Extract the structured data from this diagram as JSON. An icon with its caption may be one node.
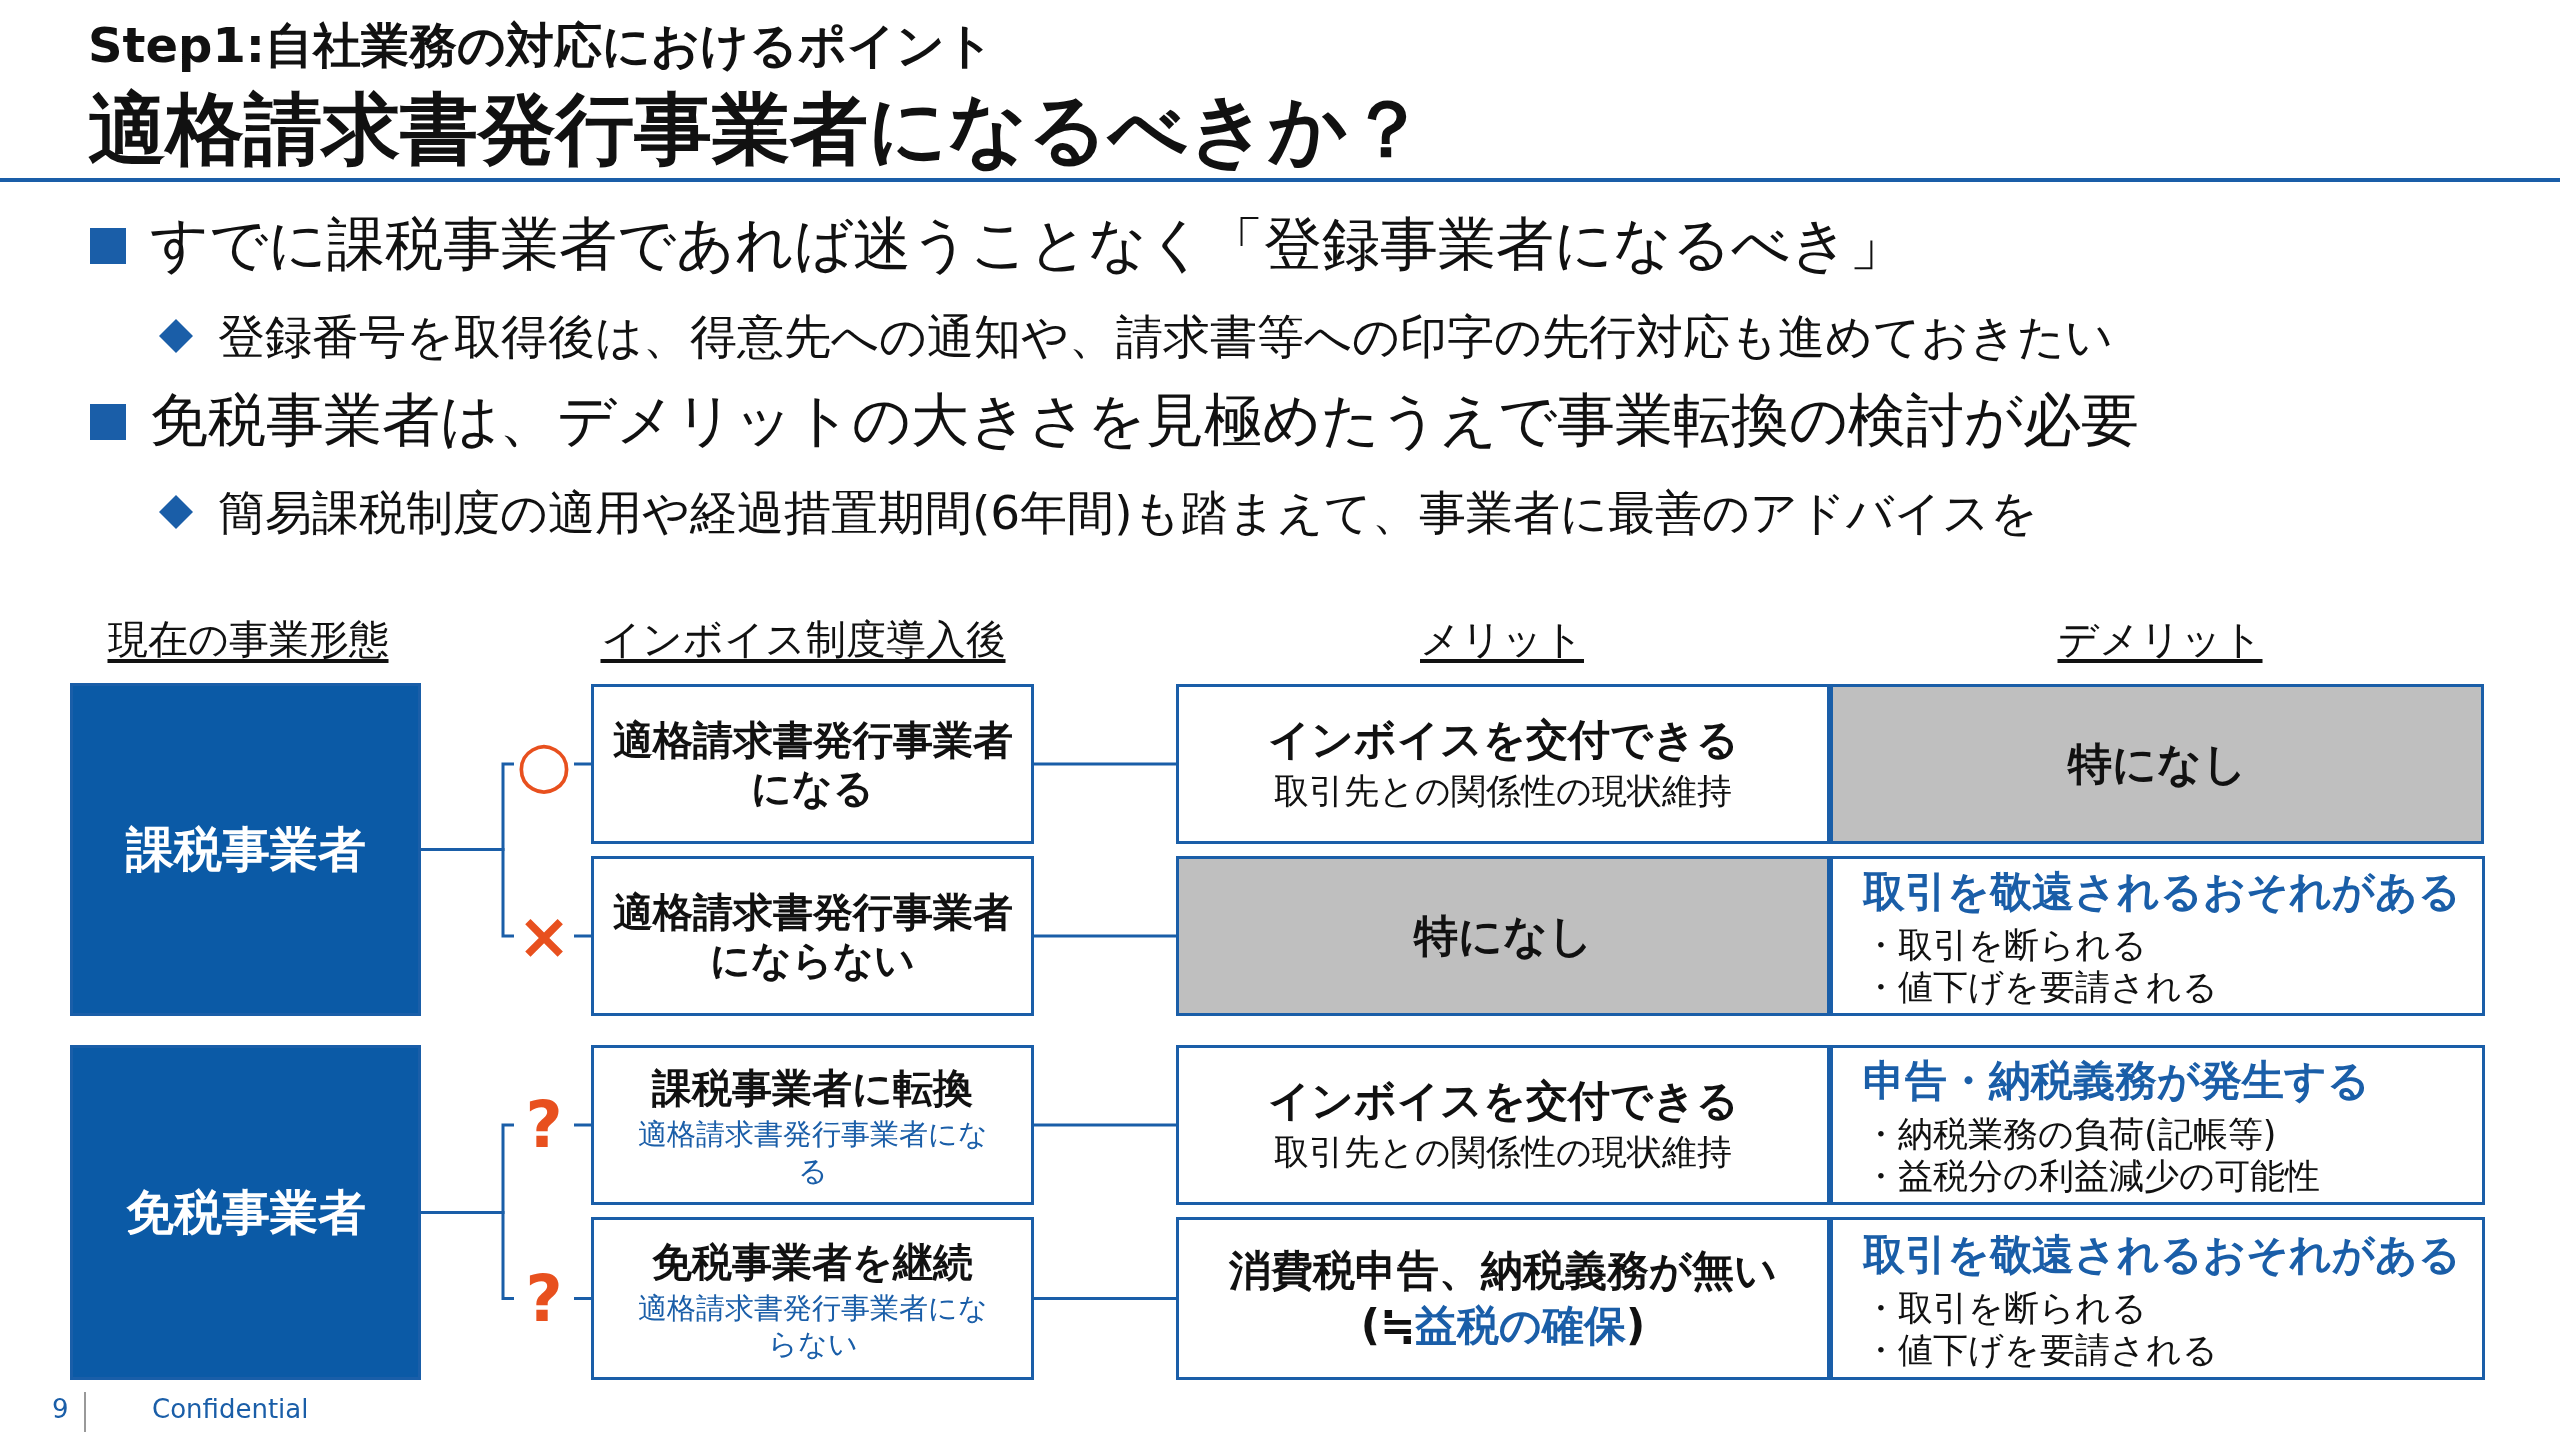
{
  "diagram": {
    "title": "適格請求書発行事業者になるべきか？",
    "nodes": [
      {
        "text": [
          "課税事業者"
        ]
      },
      {
        "text": [
          "適格請求書発行事業者になる"
        ]
      },
      {
        "text": [
          "適格請求書発行事業者にならない"
        ]
      },
      {
        "text": [
          "インボイスを交付できる",
          "取引先との関係性の現状維持"
        ]
      },
      {
        "text": [
          "特になし"
        ]
      },
      {
        "text": [
          "特になし"
        ]
      },
      {
        "text": [
          "取引を敬遠されるおそれがある",
          "・取引を断られる",
          "・値下げを要請される"
        ]
      },
      {
        "text": [
          "免税事業者"
        ]
      },
      {
        "text": [
          "課税事業者に転換",
          "適格請求書発行事業者になる"
        ]
      },
      {
        "text": [
          "免税事業者を継続",
          "適格請求書発行事業者にならない"
        ]
      },
      {
        "text": [
          "インボイスを交付できる",
          "取引先との関係性の現状維持"
        ]
      },
      {
        "text": [
          "申告・納税義務が発生する",
          "・納税業務の負荷(記帳等)",
          "・益税分の利益減少の可能性"
        ]
      },
      {
        "text": [
          "消費税申告、納税義務が無い (≒**益税の確保**)"
        ]
      },
      {
        "text": [
          "取引を敬遠されるおそれがある",
          "・取引を断られる",
          "・値下げを要請される"
        ]
      }
    ],
    "edges": [
      {
        "from": 0,
        "to": 1,
        "arrow": "none",
        "label": "○"
      },
      {
        "from": 0,
        "to": 2,
        "arrow": "none",
        "label": "×"
      },
      {
        "from": 1,
        "to": 3,
        "arrow": "none"
      },
      {
        "from": 2,
        "to": 5,
        "arrow": "none"
      },
      {
        "from": 7,
        "to": 8,
        "arrow": "none",
        "label": "?"
      },
      {
        "from": 7,
        "to": 9,
        "arrow": "none",
        "label": "?"
      },
      {
        "from": 8,
        "to": 10,
        "arrow": "none"
      },
      {
        "from": 9,
        "to": 12,
        "arrow": "none"
      }
    ],
    "labels": [
      "Step1:自社業務の対応におけるポイント",
      "すでに課税事業者であれば迷うことなく「登録事業者になるべき」",
      "登録番号を取得後は、得意先への通知や、請求書等への印字の先行対応も進めておきたい",
      "免税事業者は、デメリットの大きさを見極めたうえで事業転換の検討が必要",
      "簡易課税制度の適用や経過措置期間(6年間)も踏まえて、事業者に最善のアドバイスを",
      "現在の事業形態",
      "インボイス制度導入後",
      "メリット",
      "デメリット",
      "9",
      "Confidential"
    ]
  }
}
